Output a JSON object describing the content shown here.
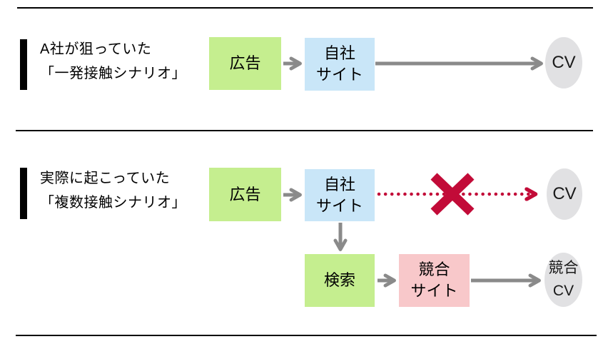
{
  "colors": {
    "ad_green": "#c5ee8f",
    "own_site_blue": "#c9e6f8",
    "competitor_pink": "#f8c8ca",
    "cv_gray": "#e1e1e3",
    "arrow_gray": "#8a8a8a",
    "blocked_red": "#c20b38",
    "divider_black": "#000000"
  },
  "scenario_intended": {
    "heading": "A社が狙っていた\n「一発接触シナリオ」",
    "nodes": {
      "ad": "広告",
      "own_site": "自社\nサイト",
      "cv": "CV"
    }
  },
  "scenario_actual": {
    "heading": "実際に起こっていた\n「複数接触シナリオ」",
    "nodes": {
      "ad": "広告",
      "own_site": "自社\nサイト",
      "cv": "CV",
      "search": "検索",
      "competitor_site": "競合\nサイト",
      "competitor_cv": "競合\nCV"
    }
  }
}
